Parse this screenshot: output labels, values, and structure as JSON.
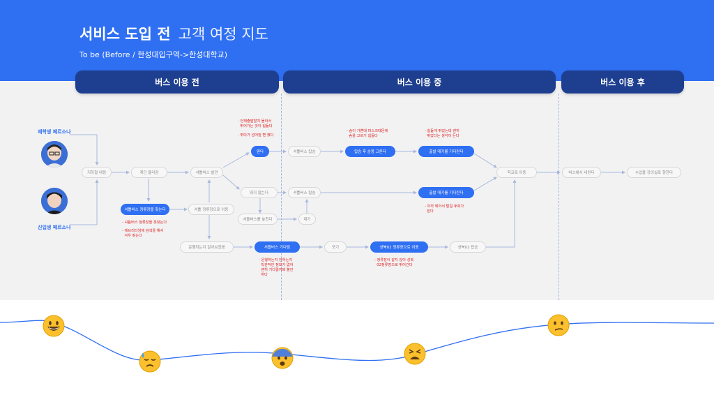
{
  "title": {
    "highlight": "서비스 도입 전",
    "rest": "고객 여정 지도"
  },
  "subtitle": "To be (Before / 한성대입구역->한성대학교)",
  "phases": [
    "버스 이용 전",
    "버스 이용 중",
    "버스 이용 후"
  ],
  "personas": [
    {
      "name": "재학생 페르소나",
      "avatar": "student-avatar"
    },
    {
      "name": "신입생 페르소나",
      "avatar": "freshman-avatar"
    }
  ],
  "nodes": {
    "n1": "지하철 내림",
    "n2": "계단 올라감",
    "n3": "셔틀버스 발견",
    "n4": "셔틀버스 정류장을 찾는다",
    "n5": "셔틀 정류장으로 이동",
    "n6": "운행하는지 알아보겠음",
    "n7": "뛴다",
    "n8": "뛰지 않는다",
    "n9": "셔틀버스를 놓친다",
    "n10": "대기",
    "n11": "셔틀버스 탑승",
    "n12": "셔틀버스 탑승",
    "n13": "탑승 후 승용 고른다",
    "n14": "출발 대기를 기다린다",
    "n15": "출발 대기를 기다린다",
    "n16": "학교로 이동",
    "n17": "버스에서 내린다",
    "n18": "수업을 강의실로 향한다",
    "n19": "셔틀버스 기다림",
    "n20": "포기",
    "n21": "성북02 정류장으로 이동",
    "n22": "성북02 탑승"
  },
  "notes": {
    "a": "- 언제출발할지 몰라서\n  뛰어가는 것이 힘들다",
    "b": "- 뛰다가 넘어질 뻔 했다",
    "c": "- 숨이 가쁜데 마스크때문에\n  숨을 고르기 힘들다",
    "d": "- 힘들게 뛰었는데 괜히\n  뛰었다는 생각이 든다",
    "e": "- 셔틀버스 정류장을 못찾는다",
    "f": "- 에브리타임에 검색을 해서\n  겨우 찾는다",
    "g": "- 아까 뛰어서 탈걸 후회가\n  된다",
    "h": "- 운행하는지 안하는지\n  직관적인 정보가 없어\n  괜히 기다릴까봐 불안\n  하다",
    "i": "- 정류장이 같지 않아 성북\n  02정류장으로 뛰어간다"
  },
  "emotion_curve": [
    "happy-emoji",
    "sweat-emoji",
    "fearful-emoji",
    "tired-emoji",
    "confused-emoji"
  ],
  "colors": {
    "primary": "#2f6ff2",
    "dark": "#1e3f8f",
    "alert": "#e02020"
  }
}
